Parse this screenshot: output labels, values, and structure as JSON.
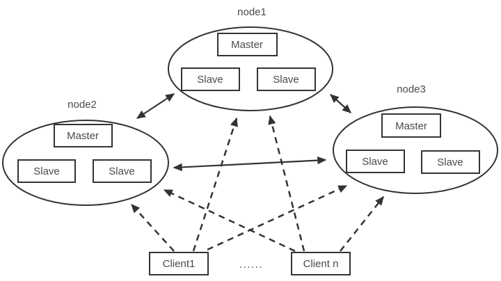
{
  "diagram": {
    "description": "Cluster topology with three nodes, each containing one Master and two Slaves; nodes are interconnected with solid bidirectional links and clients connect to every node with dashed links",
    "colors": {
      "background": "#ffffff",
      "stroke": "#333333",
      "text": "#4a4a4a"
    },
    "nodes": [
      {
        "label": "node1",
        "master_label": "Master",
        "slave_labels": [
          "Slave",
          "Slave"
        ]
      },
      {
        "label": "node2",
        "master_label": "Master",
        "slave_labels": [
          "Slave",
          "Slave"
        ]
      },
      {
        "label": "node3",
        "master_label": "Master",
        "slave_labels": [
          "Slave",
          "Slave"
        ]
      }
    ],
    "clients": [
      {
        "label": "Client1"
      },
      {
        "label": "Client n"
      }
    ],
    "ellipsis_label": "......",
    "connections": {
      "node_to_node": [
        {
          "from": "node1",
          "to": "node2",
          "style": "solid",
          "arrows": "both"
        },
        {
          "from": "node1",
          "to": "node3",
          "style": "solid",
          "arrows": "both"
        },
        {
          "from": "node2",
          "to": "node3",
          "style": "solid",
          "arrows": "both"
        }
      ],
      "client_to_node": [
        {
          "from": "Client1",
          "to": "node2",
          "style": "dashed",
          "arrows": "to-node"
        },
        {
          "from": "Client1",
          "to": "node1",
          "style": "dashed",
          "arrows": "to-node"
        },
        {
          "from": "Client1",
          "to": "node3",
          "style": "dashed",
          "arrows": "to-node"
        },
        {
          "from": "Client n",
          "to": "node2",
          "style": "dashed",
          "arrows": "to-node"
        },
        {
          "from": "Client n",
          "to": "node1",
          "style": "dashed",
          "arrows": "to-node"
        },
        {
          "from": "Client n",
          "to": "node3",
          "style": "dashed",
          "arrows": "to-node"
        }
      ]
    }
  }
}
